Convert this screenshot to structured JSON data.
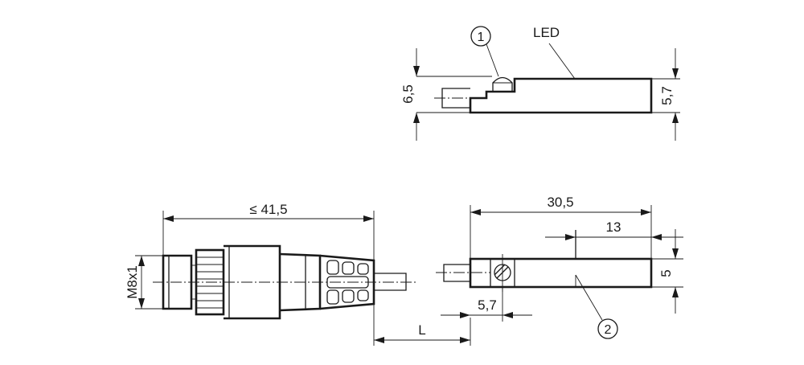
{
  "top_view": {
    "led_label": "LED",
    "dim_height_total": "6,5",
    "dim_height_body": "5,7",
    "callout_led": "1"
  },
  "connector": {
    "dim_length": "≤ 41,5",
    "dim_thread": "M8x1"
  },
  "sensor_side": {
    "dim_length": "30,5",
    "dim_sensing_point": "13",
    "dim_height": "5",
    "dim_mount_offset": "5,7",
    "dim_cable": "L",
    "callout_sensing_face": "2"
  }
}
